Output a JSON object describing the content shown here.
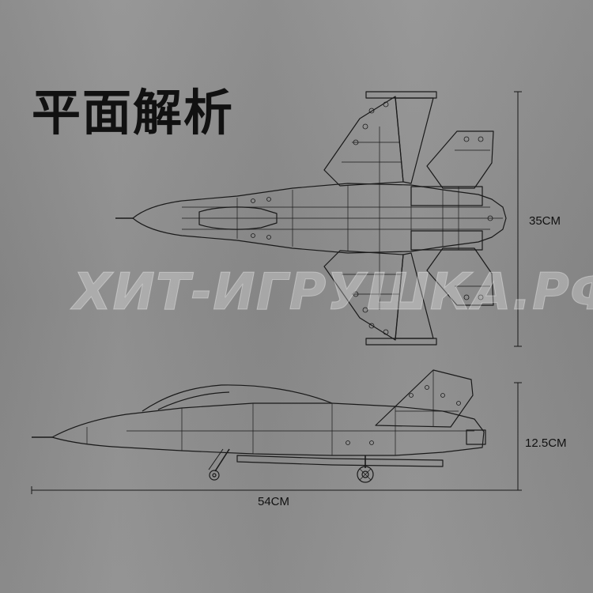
{
  "title": "平面解析",
  "watermark": "ХИТ-ИГРУШКА.РФ",
  "dimensions": {
    "wingspan": "35CM",
    "height": "12.5CM",
    "length": "54CM"
  },
  "colors": {
    "background": "#8f8f8f",
    "line": "#1a1a1a",
    "title": "#111111"
  }
}
